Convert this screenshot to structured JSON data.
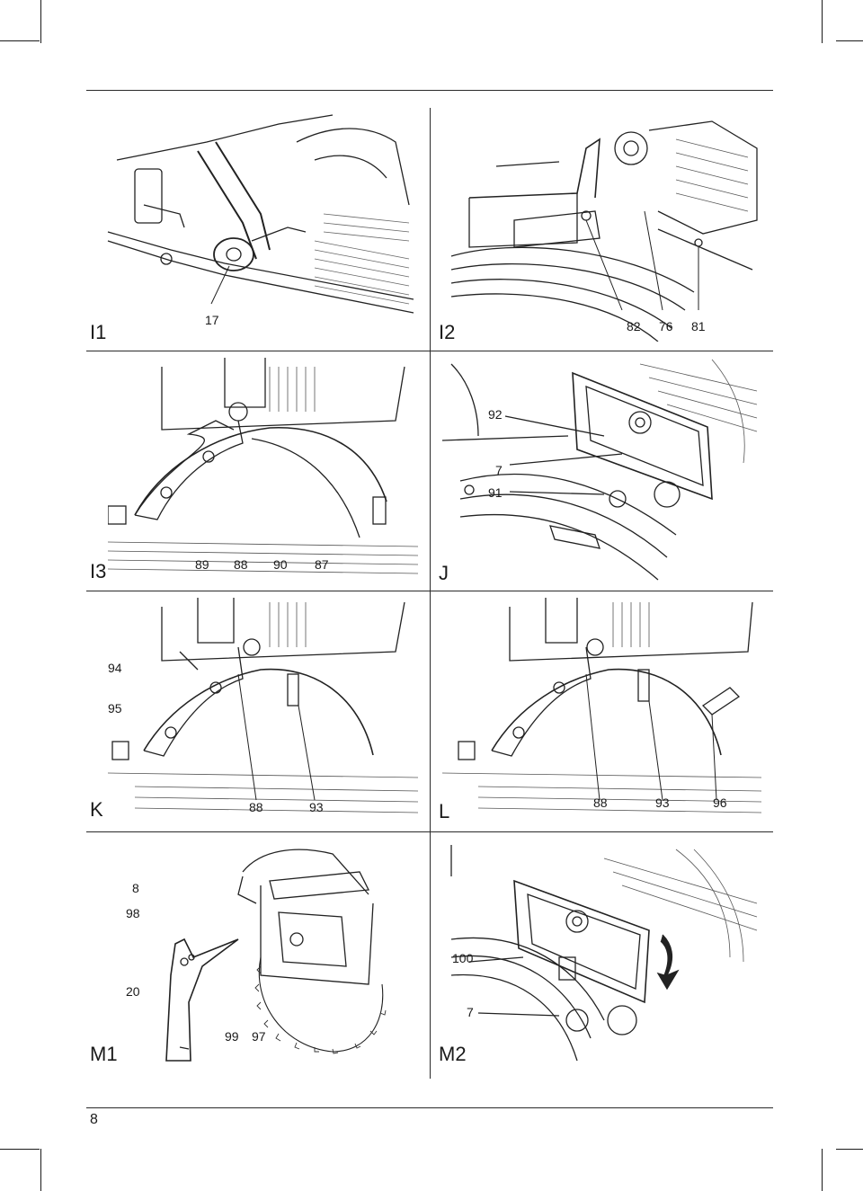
{
  "page_number": "8",
  "panels": [
    {
      "label": "I1",
      "callouts": [
        "17"
      ]
    },
    {
      "label": "I2",
      "callouts": [
        "82",
        "76",
        "81"
      ]
    },
    {
      "label": "I3",
      "callouts": [
        "89",
        "88",
        "90",
        "87"
      ]
    },
    {
      "label": "J",
      "callouts": [
        "92",
        "7",
        "91"
      ]
    },
    {
      "label": "K",
      "callouts": [
        "94",
        "95",
        "88",
        "93"
      ]
    },
    {
      "label": "L",
      "callouts": [
        "88",
        "93",
        "96"
      ]
    },
    {
      "label": "M1",
      "callouts": [
        "8",
        "98",
        "20",
        "99",
        "97"
      ]
    },
    {
      "label": "M2",
      "callouts": [
        "100",
        "7"
      ]
    }
  ]
}
